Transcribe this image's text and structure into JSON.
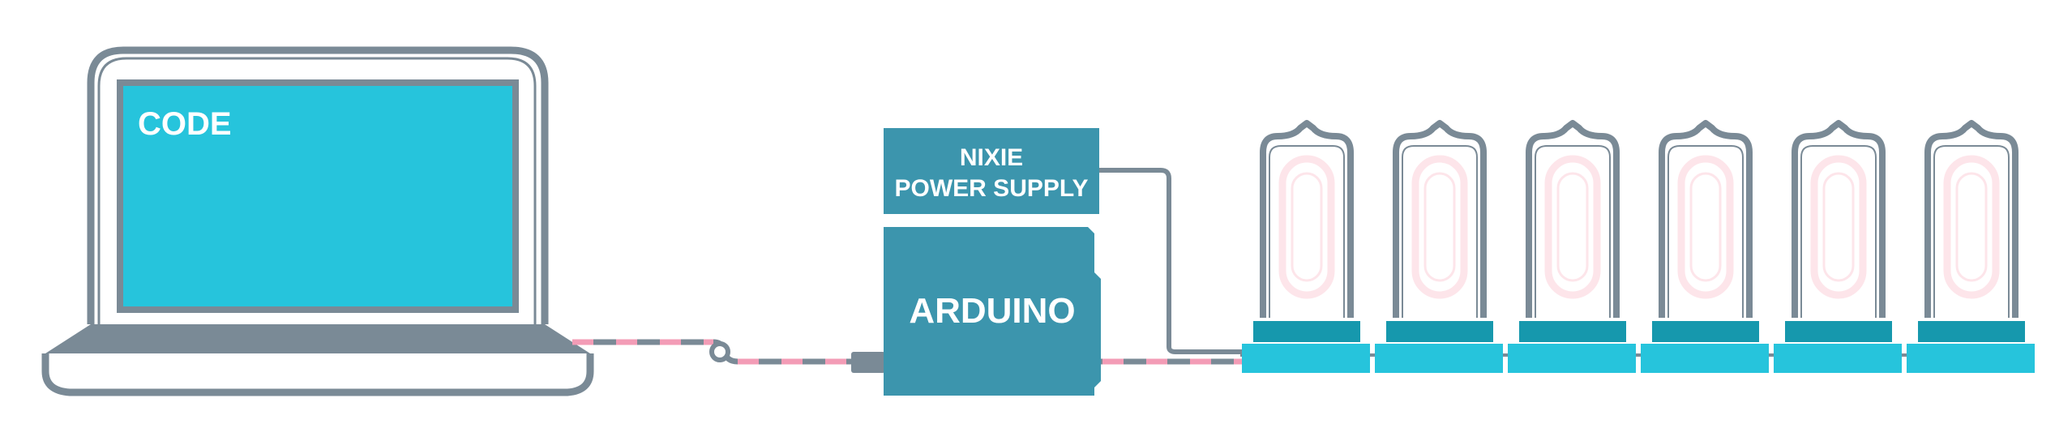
{
  "laptop": {
    "screen_label": "CODE",
    "screen_color": "#26c4dc",
    "frame_color": "#7a8a96"
  },
  "power_supply": {
    "label_line1": "NIXIE",
    "label_line2": "POWER SUPPLY",
    "color": "#3c95ad"
  },
  "arduino": {
    "label": "ARDUINO",
    "color": "#3c95ad"
  },
  "nixie_tubes": {
    "count": 6,
    "digit": "0",
    "digit_color": "#fde5ea",
    "glass_color": "#7a8a96",
    "base_dark_color": "#1698ad",
    "base_light_color": "#26c4dc"
  },
  "cable": {
    "wire_color": "#7a8a96",
    "stripe_color": "#f39cb6"
  }
}
